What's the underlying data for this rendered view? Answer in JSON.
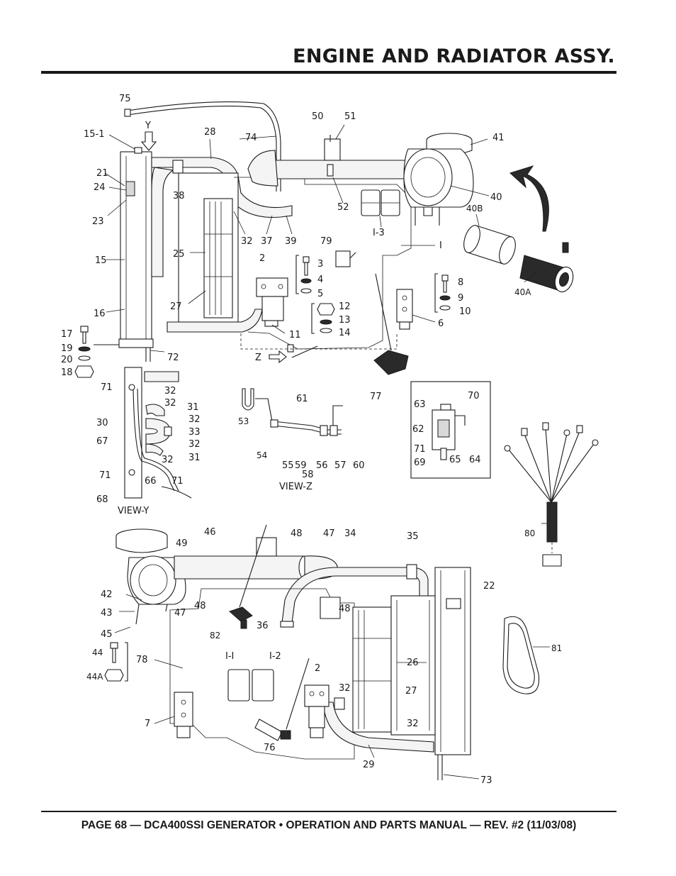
{
  "header": {
    "title": "ENGINE AND RADIATOR ASSY."
  },
  "footer": {
    "text": "PAGE 68 — DCA400SSI GENERATOR • OPERATION AND PARTS MANUAL — REV. #2 (11/03/08)"
  },
  "view_labels": {
    "view_y": "VIEW-Y",
    "view_z": "VIEW-Z",
    "arrow_y": "Y",
    "arrow_z": "Z"
  },
  "callouts": {
    "c75": "75",
    "c15_1": "15-1",
    "c28": "28",
    "c74": "74",
    "c50": "50",
    "c51": "51",
    "c41": "41",
    "c21": "21",
    "c24": "24",
    "c23": "23",
    "c38": "38",
    "c52": "52",
    "c40": "40",
    "c40b": "40B",
    "c32a": "32",
    "c37": "37",
    "c39": "39",
    "c1_3": "I-3",
    "c1": "I",
    "c15": "15",
    "c25": "25",
    "c2a": "2",
    "c79": "79",
    "c3": "3",
    "c4": "4",
    "c5": "5",
    "c8": "8",
    "c9": "9",
    "c10": "10",
    "c40a": "40A",
    "c27a": "27",
    "c16": "16",
    "c12": "12",
    "c13": "13",
    "c14": "14",
    "c6": "6",
    "c11": "11",
    "c17": "17",
    "c19": "19",
    "c20": "20",
    "c18": "18",
    "c72": "72",
    "c77": "77",
    "c71a": "71",
    "c32b": "32",
    "c32c": "32",
    "c31a": "31",
    "c30": "30",
    "c32d": "32",
    "c33": "33",
    "c67": "67",
    "c32e": "32",
    "c32f": "32",
    "c31b": "31",
    "c71b": "71",
    "c66": "66",
    "c71c": "71",
    "c68": "68",
    "c53": "53",
    "c61": "61",
    "c54": "54",
    "c55": "55",
    "c59": "59",
    "c56": "56",
    "c57": "57",
    "c60": "60",
    "c58": "58",
    "c63": "63",
    "c70": "70",
    "c62": "62",
    "c71d": "71",
    "c69": "69",
    "c65": "65",
    "c64": "64",
    "c80": "80",
    "c46": "46",
    "c48a": "48",
    "c47a": "47",
    "c34": "34",
    "c35": "35",
    "c49": "49",
    "c22": "22",
    "c42": "42",
    "c48b": "48",
    "c47b": "47",
    "c48c": "48",
    "c43": "43",
    "c36": "36",
    "c82": "82",
    "c45": "45",
    "c44": "44",
    "c44a": "44A",
    "c78": "78",
    "c1_1": "I-I",
    "c1_2": "I-2",
    "c2b": "2",
    "c26": "26",
    "c81": "81",
    "c32g": "32",
    "c27b": "27",
    "c7": "7",
    "c32h": "32",
    "c76": "76",
    "c29": "29",
    "c73": "73"
  }
}
